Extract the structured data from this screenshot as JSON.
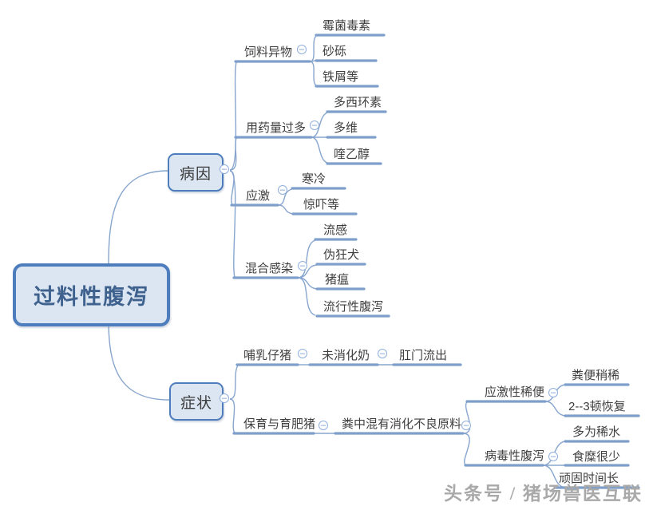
{
  "watermark": "头条号 / 猪场兽医互联",
  "icons": {
    "collapse_glyph": "−"
  },
  "colors": {
    "line": "#7e9fcb",
    "node_border": "#4e7dbd",
    "node_fill": "#dce6f2",
    "topic_text": "#3f3f3f",
    "root_text": "#3e618e",
    "watermark_text": "#a9a9a9"
  },
  "tree": {
    "label": "过料性腹泻",
    "children": [
      {
        "label": "病因",
        "children": [
          {
            "label": "饲料异物",
            "children": [
              {
                "label": "霉菌毒素"
              },
              {
                "label": "砂砾"
              },
              {
                "label": "铁屑等"
              }
            ]
          },
          {
            "label": "用药量过多",
            "children": [
              {
                "label": "多西环素"
              },
              {
                "label": "多维"
              },
              {
                "label": "喹乙醇"
              }
            ]
          },
          {
            "label": "应激",
            "children": [
              {
                "label": "寒冷"
              },
              {
                "label": "惊吓等"
              }
            ]
          },
          {
            "label": "混合感染",
            "children": [
              {
                "label": "流感"
              },
              {
                "label": "伪狂犬"
              },
              {
                "label": "猪瘟"
              },
              {
                "label": "流行性腹泻"
              }
            ]
          }
        ]
      },
      {
        "label": "症状",
        "children": [
          {
            "label": "哺乳仔猪",
            "children": [
              {
                "label": "未消化奶",
                "children": [
                  {
                    "label": "肛门流出"
                  }
                ]
              }
            ]
          },
          {
            "label": "保育与育肥猪",
            "children": [
              {
                "label": "粪中混有消化不良原料",
                "children": [
                  {
                    "label": "应激性稀便",
                    "children": [
                      {
                        "label": "粪便稍稀"
                      },
                      {
                        "label": "2--3顿恢复"
                      }
                    ]
                  },
                  {
                    "label": "病毒性腹泻",
                    "children": [
                      {
                        "label": "多为稀水"
                      },
                      {
                        "label": "食糜很少"
                      },
                      {
                        "label": "顽固时间长"
                      }
                    ]
                  }
                ]
              }
            ]
          }
        ]
      }
    ]
  }
}
